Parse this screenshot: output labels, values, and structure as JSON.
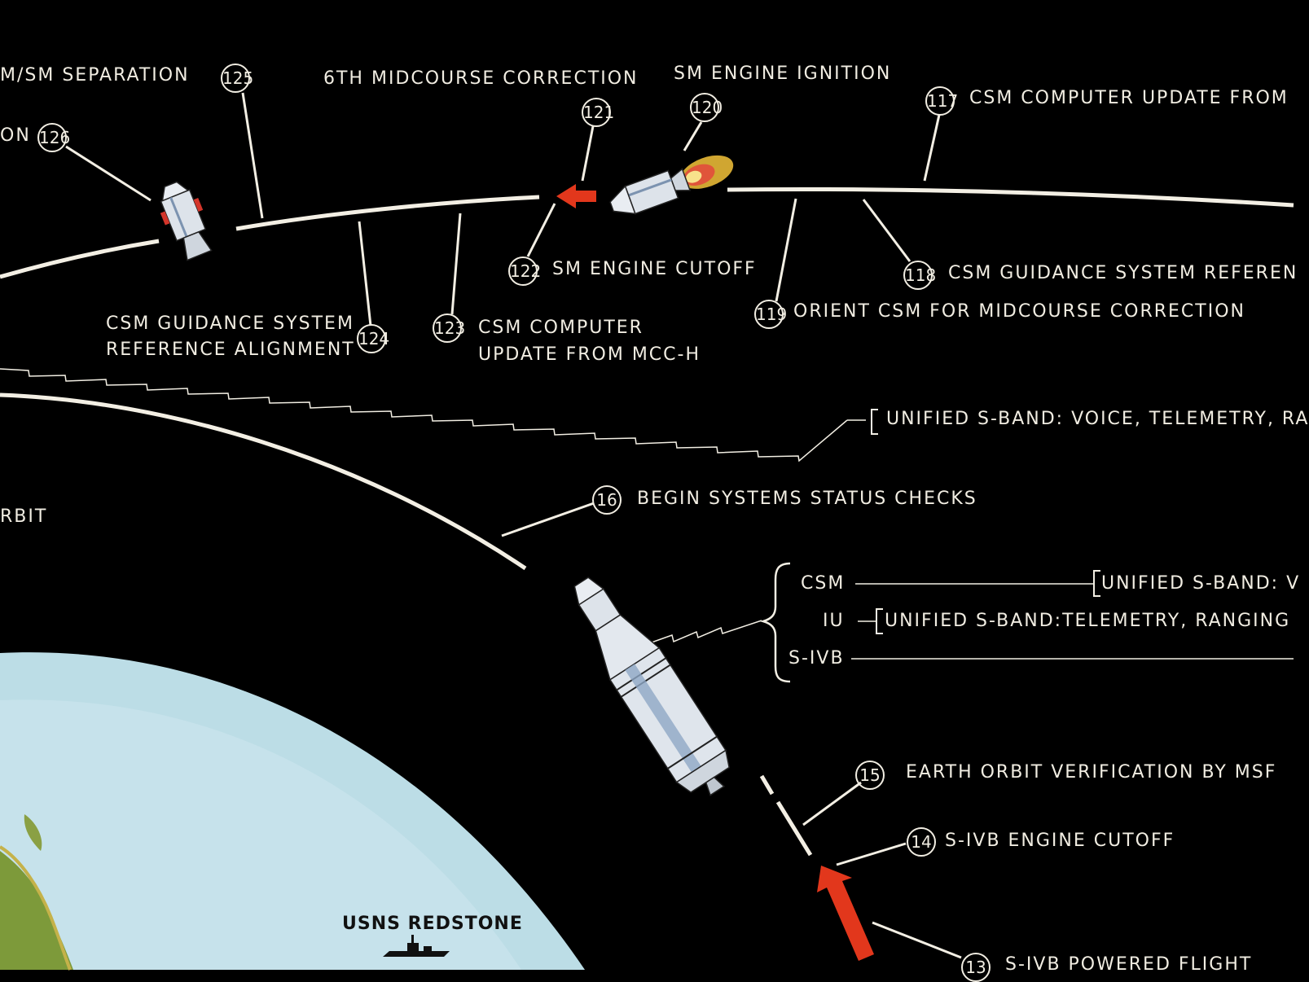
{
  "events": {
    "e125": {
      "label": "M/SM  SEPARATION",
      "number": "125"
    },
    "e126": {
      "label": "ON",
      "number": "126"
    },
    "e121": {
      "label": "6TH  MIDCOURSE CORRECTION",
      "number": "121"
    },
    "e120": {
      "label": "SM ENGINE IGNITION",
      "number": "120"
    },
    "e117": {
      "label": "CSM  COMPUTER  UPDATE  FROM",
      "number": "117"
    },
    "e122": {
      "label": "SM  ENGINE  CUTOFF",
      "number": "122"
    },
    "e118": {
      "label": "CSM  GUIDANCE  SYSTEM  REFEREN",
      "number": "118"
    },
    "e119": {
      "label": "ORIENT  CSM   FOR  MIDCOURSE  CORRECTION",
      "number": "119"
    },
    "e124": {
      "label_line1": "CSM  GUIDANCE  SYSTEM",
      "label_line2": "REFERENCE  ALIGNMENT",
      "number": "124"
    },
    "e123": {
      "label_line1": "CSM  COMPUTER",
      "label_line2": "UPDATE  FROM  MCC-H",
      "number": "123"
    },
    "e16": {
      "label": "BEGIN  SYSTEMS  STATUS  CHECKS",
      "number": "16"
    },
    "e15": {
      "label": "EARTH  ORBIT  VERIFICATION  BY  MSF",
      "number": "15"
    },
    "e14": {
      "label": "S-IVB  ENGINE  CUTOFF",
      "number": "14"
    },
    "e13": {
      "label": "S-IVB  POWERED  FLIGHT",
      "number": "13"
    }
  },
  "comms": {
    "top_band": "UNIFIED  S-BAND: VOICE,  TELEMETRY,  RA",
    "csm": "CSM",
    "csm_band": "UNIFIED  S-BAND: V",
    "iu": "IU",
    "iu_band": "UNIFIED  S-BAND:TELEMETRY,  RANGING",
    "sivb": "S-IVB"
  },
  "left_edge_text": "RBIT",
  "ship_label": "USNS  REDSTONE",
  "colors": {
    "background": "#000000",
    "trajectory": "#f3efe4",
    "arrow": "#e2371c",
    "earth": "#bcdde6",
    "land": "#7d9a3a"
  }
}
